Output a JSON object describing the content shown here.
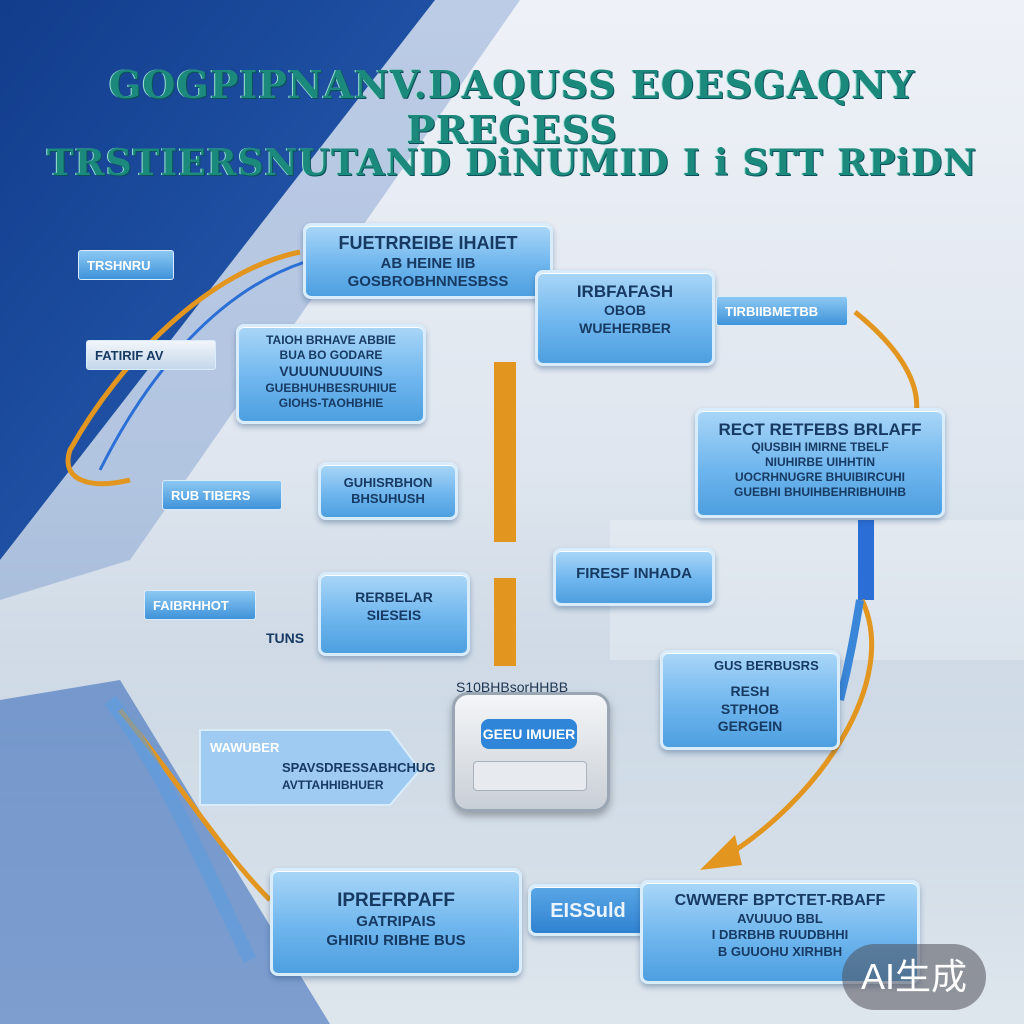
{
  "title_line1": "GOGPIPNANV.DAQUSS  EOESGAQNY PREGESS",
  "title_line2": "TRSTIERSNUTAND  DiNUMID I i STT RPiDN",
  "colors": {
    "accent_orange": "#e3961f",
    "accent_blue": "#2b6fd6",
    "title_teal": "#1b8a7c",
    "box_blue": "#4d9fe0"
  },
  "nodes": {
    "top_center": {
      "l1": "FUETRREIBE IHAIET",
      "l2": "AB HEINE IIB",
      "l3": "GOSBROBHNNESBSS"
    },
    "top_right": {
      "l1": "IRBFAFASH",
      "l2": "OBOB",
      "l3": "WUEHERBER"
    },
    "left_upper": {
      "l1": "TAIOH BRHAVE ABBIE",
      "l2": "BUA BO GODARE",
      "l3": "VUUUNUUUINS",
      "l4": "GUEBHUHBESRUHIUE",
      "l5": "GIOHS-TAOHBHIE"
    },
    "right_mid": {
      "l1": "RECT RETFEBS BRLAFF",
      "l2": "QIUSBIH IMIRNE TBELF",
      "l3": "NIUHIRBE UIHHTIN",
      "l4": "UOCRHNUGRE BHUIBIRCUHI",
      "l5": "GUEBHI BHUIHBEHRIBHUIHB"
    },
    "center_left_mid": {
      "l1": "GUHISRBHON",
      "l2": "BHSUHUSH"
    },
    "center_left_low": {
      "l1": "RERBELAR",
      "l2": "SIESEIS"
    },
    "center_right_low": {
      "l1": "FIRESF INHADA"
    },
    "right_low": {
      "l1": "RESH",
      "l2": "STPHOB",
      "l3": "GERGEIN"
    },
    "bottom_mid": {
      "l1": "SPAVSDRESSABHCHUG",
      "l2": "AVTTAHHIBHUER"
    },
    "bottom_left": {
      "l1": "IPREFRPAFF",
      "l2": "GATRIPAIS",
      "l3": "GHIRIU RIBHE   BUS"
    },
    "bottom_right": {
      "l1": "CWWERF BPTCTET-RBAFF",
      "l2": "AVUUUO BBL",
      "l3": "I DBRBHB RUUDBHHI",
      "l4": "B GUUOHU XIRHBH"
    },
    "bottom_right_head": {
      "l1": "EISSuld"
    }
  },
  "tags": {
    "left_top": "TRSHNRU",
    "left_fatir": "FATIRIF AV",
    "left_mid": "RUB TIBERS",
    "left_low": "FAIBRHHOT",
    "tuns": "TUNS",
    "right_top": "TIRBIIBMETBB",
    "right_plus": "GUS BERBUSRS",
    "bottom_arrow": "WAWUBER"
  },
  "device": {
    "caption": "S10BHBsorHHBB",
    "screen": "GEEU IMUIER"
  },
  "badge": "AI生成"
}
